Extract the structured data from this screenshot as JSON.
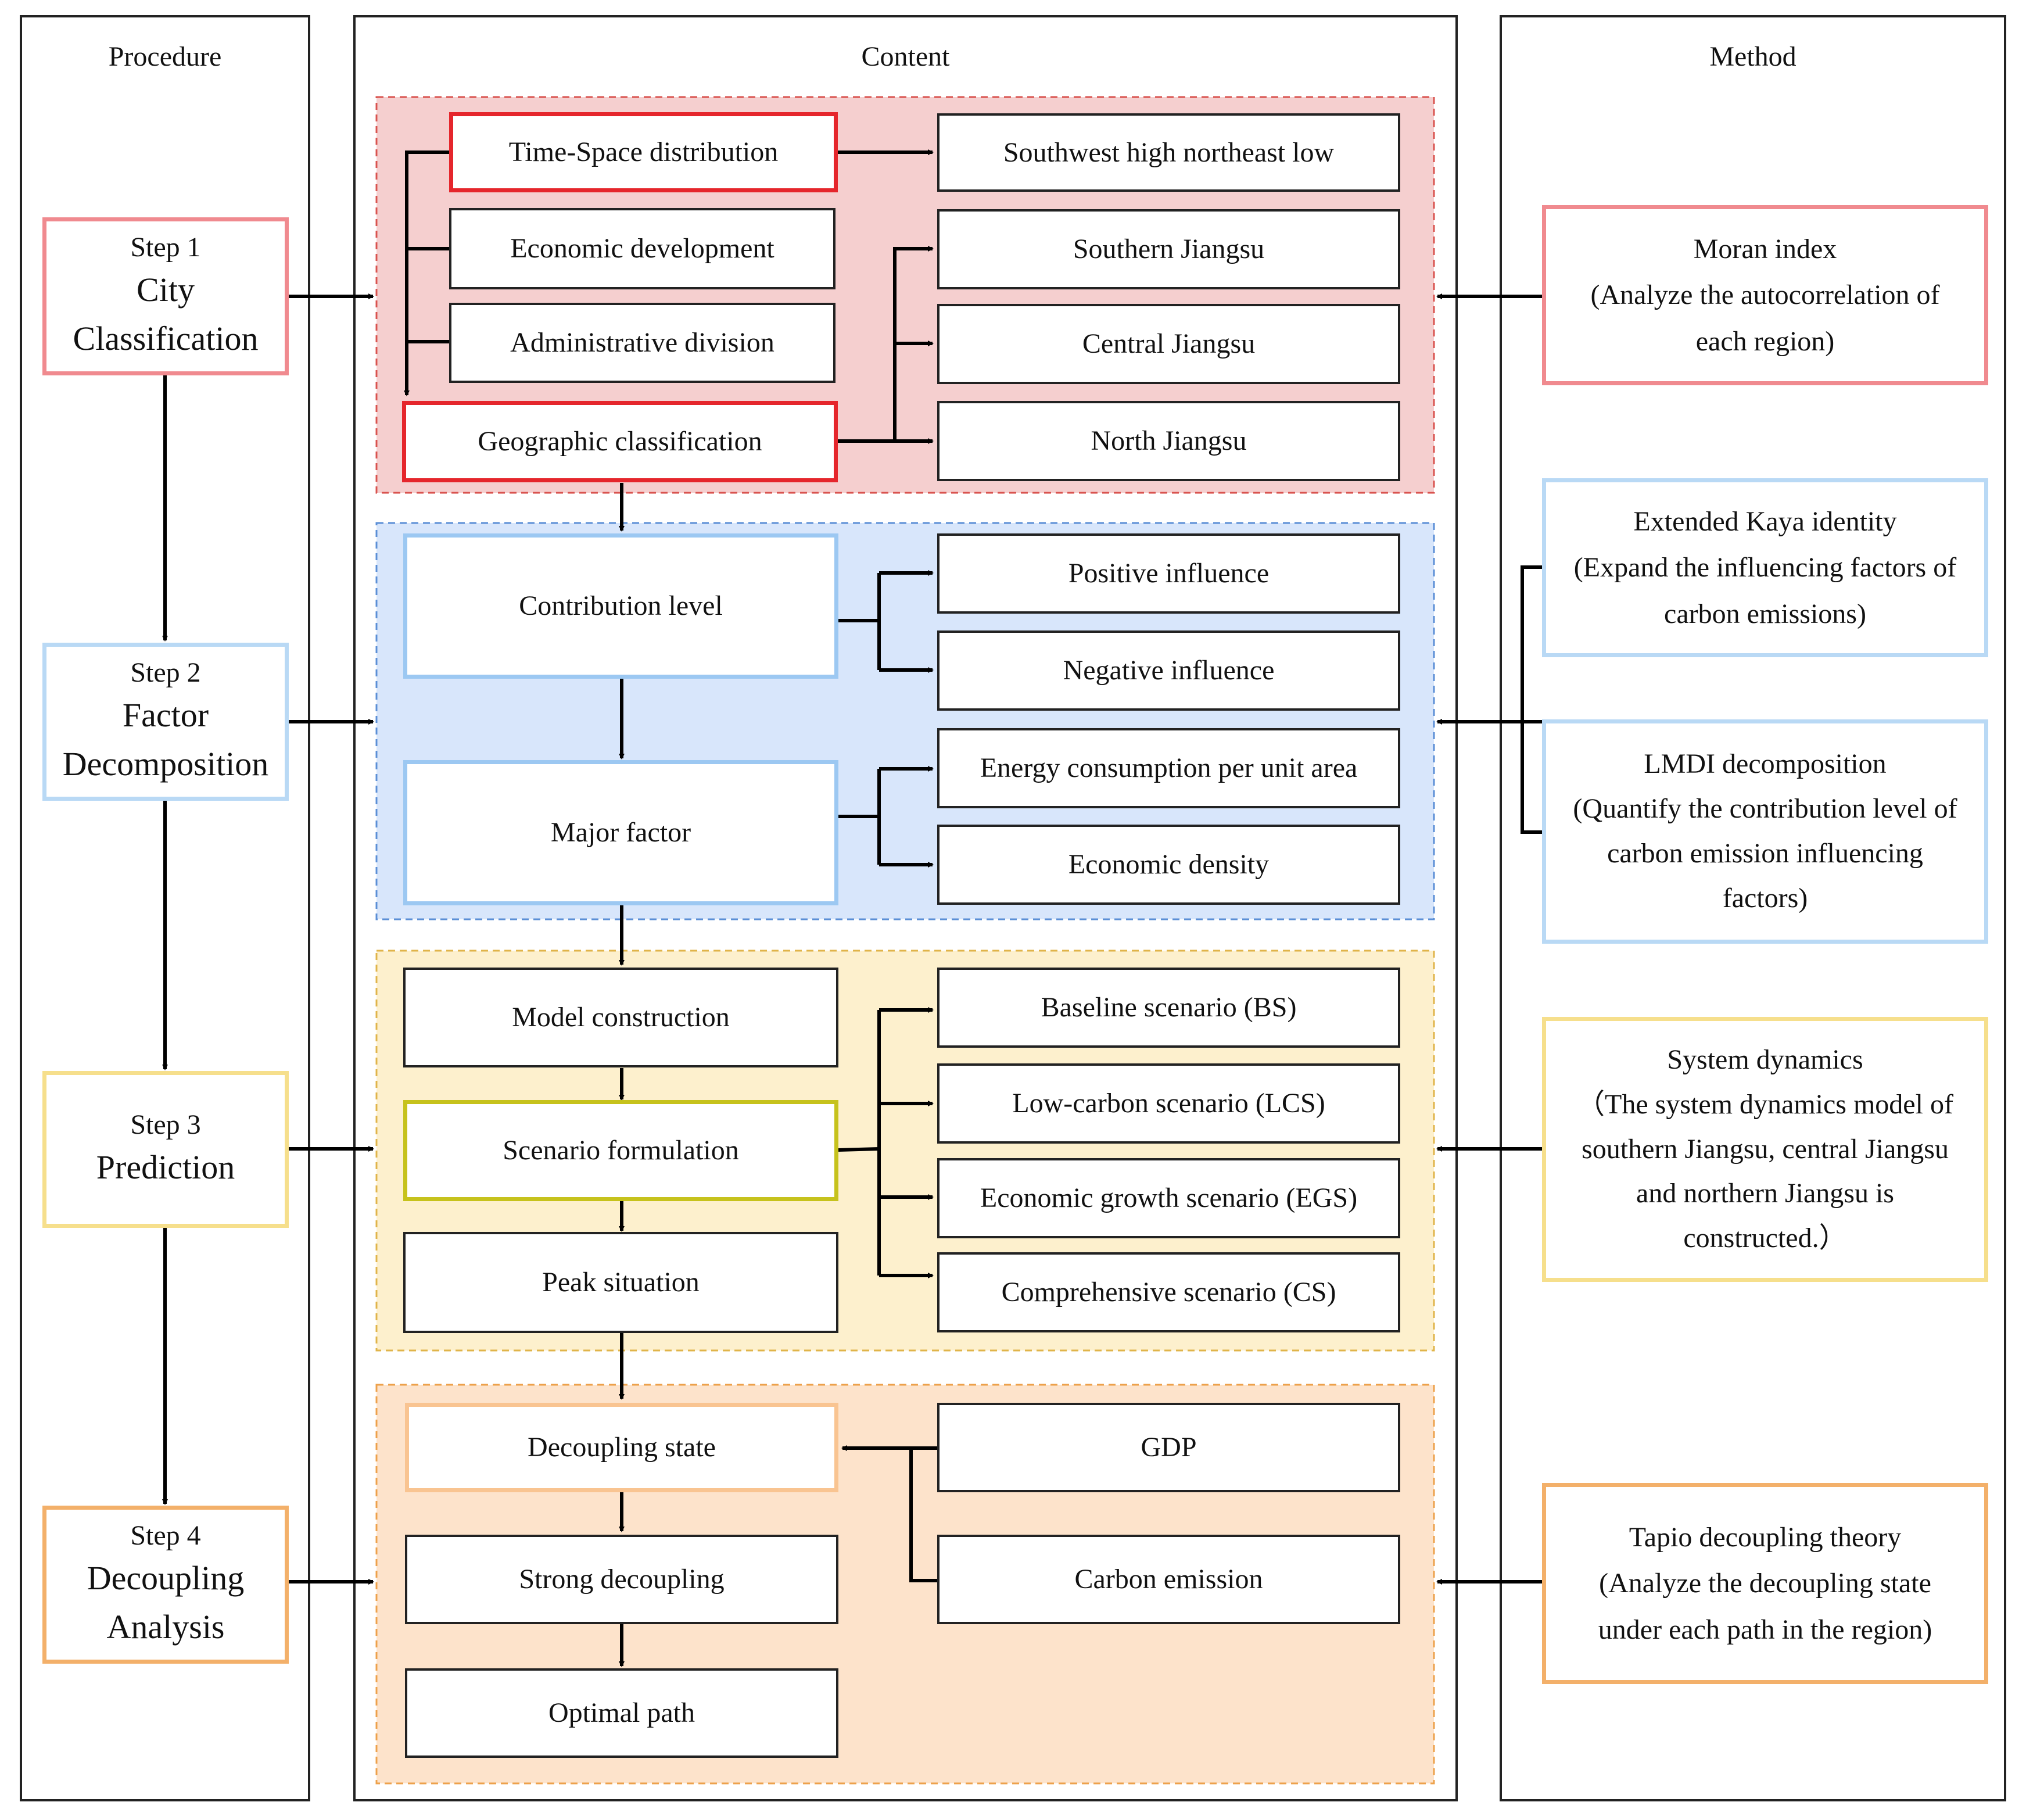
{
  "columns": {
    "procedure": "Procedure",
    "content": "Content",
    "method": "Method"
  },
  "colors": {
    "red": "#f08a8f",
    "blue": "#b9d9f5",
    "yellow": "#f6df8c",
    "orange": "#f3b06a",
    "red_fill": "#f5cfcf",
    "blue_fill": "#d8e6fb",
    "yellow_fill": "#fdf0cd",
    "orange_fill": "#fde3cb",
    "strong_red": "#e5262c",
    "olive": "#c6c21c"
  },
  "steps": [
    {
      "num": "Step 1",
      "title_lines": [
        "City",
        "Classification"
      ]
    },
    {
      "num": "Step 2",
      "title_lines": [
        "Factor",
        "Decomposition"
      ]
    },
    {
      "num": "Step 3",
      "title_lines": [
        "Prediction"
      ]
    },
    {
      "num": "Step 4",
      "title_lines": [
        "Decoupling",
        "Analysis"
      ]
    }
  ],
  "section1": {
    "time_space": "Time-Space distribution",
    "economic": "Economic development",
    "administrative": "Administrative division",
    "geographic": "Geographic classification",
    "southwest": "Southwest high northeast low",
    "southern": "Southern Jiangsu",
    "central": "Central Jiangsu",
    "north": "North Jiangsu"
  },
  "section2": {
    "contribution": "Contribution level",
    "major": "Major factor",
    "positive": "Positive influence",
    "negative": "Negative influence",
    "energy": "Energy consumption per unit area",
    "density": "Economic density"
  },
  "section3": {
    "model": "Model construction",
    "scenario": "Scenario formulation",
    "peak": "Peak situation",
    "bs": "Baseline scenario (BS)",
    "lcs": "Low-carbon scenario (LCS)",
    "egs": "Economic growth scenario (EGS)",
    "cs": "Comprehensive scenario (CS)"
  },
  "section4": {
    "decoupling_state": "Decoupling state",
    "strong": "Strong decoupling",
    "optimal": "Optimal path",
    "gdp": "GDP",
    "carbon": "Carbon emission"
  },
  "methods": [
    {
      "lines": [
        "Moran index",
        "(Analyze the autocorrelation of",
        "each region)"
      ]
    },
    {
      "lines": [
        "Extended  Kaya identity",
        "(Expand the influencing factors of",
        "carbon emissions)"
      ]
    },
    {
      "lines": [
        "LMDI decomposition",
        "(Quantify the contribution level of",
        "carbon emission influencing",
        "factors)"
      ]
    },
    {
      "lines": [
        "System dynamics",
        "（The system dynamics model of",
        "southern Jiangsu, central Jiangsu",
        "and northern Jiangsu is",
        "constructed.）"
      ]
    },
    {
      "lines": [
        "Tapio decoupling theory",
        "(Analyze the decoupling state",
        "under each path in the region)"
      ]
    }
  ]
}
